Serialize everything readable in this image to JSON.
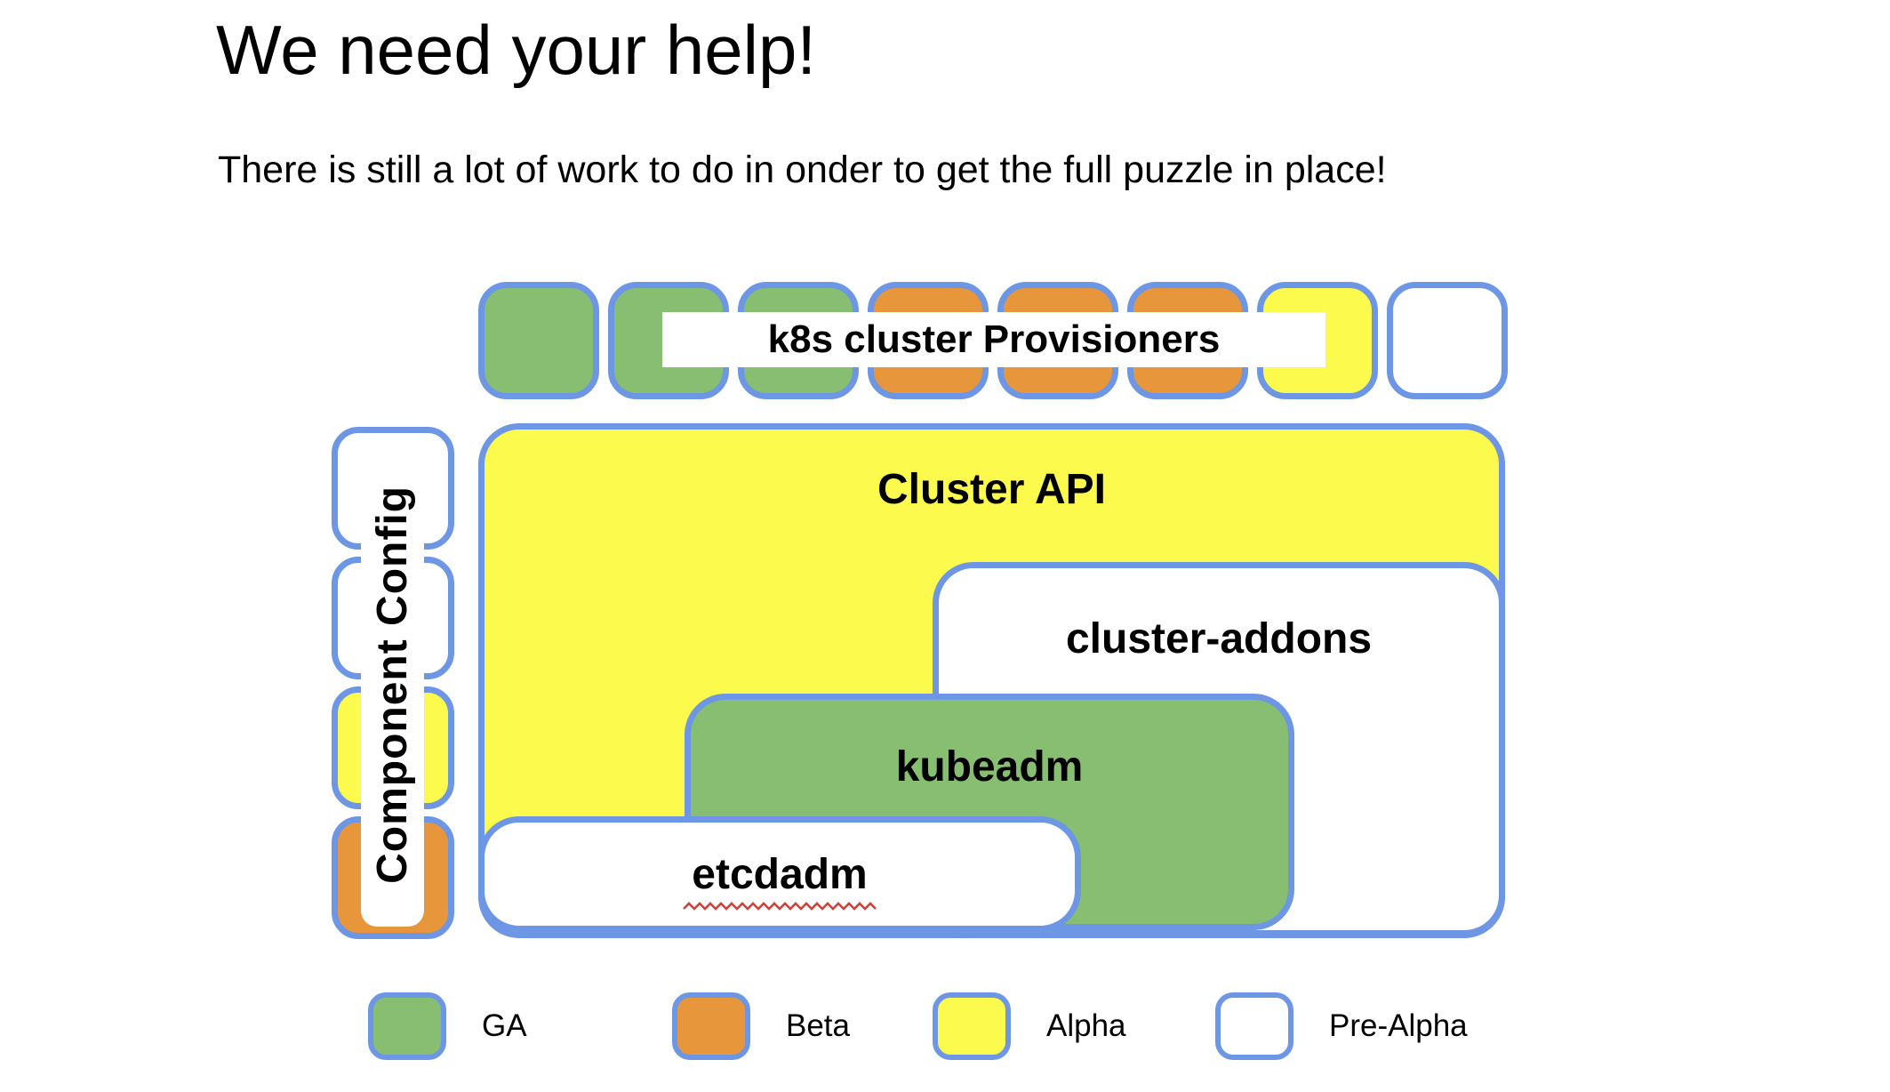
{
  "page": {
    "title": "We need your help!",
    "subtitle": "There is still a lot of work to do in onder to get the full puzzle in place!"
  },
  "colors": {
    "ga": "#87BE71",
    "beta": "#E8963B",
    "alpha": "#FDFA4E",
    "pre_alpha": "#FFFFFF",
    "border": "#6D96E4",
    "squiggle": "#C9453C"
  },
  "diagram": {
    "provisioners": {
      "label": "k8s cluster Provisioners",
      "pieces": [
        "ga",
        "ga",
        "ga",
        "beta",
        "beta",
        "beta",
        "alpha",
        "pre_alpha"
      ]
    },
    "component_config": {
      "label": "Component Config",
      "pieces": [
        "pre_alpha",
        "pre_alpha",
        "alpha",
        "beta"
      ]
    },
    "boxes": [
      {
        "id": "cluster-api",
        "label": "Cluster API",
        "status": "alpha"
      },
      {
        "id": "cluster-addons",
        "label": "cluster-addons",
        "status": "pre_alpha"
      },
      {
        "id": "kubeadm",
        "label": "kubeadm",
        "status": "ga"
      },
      {
        "id": "etcdadm",
        "label": "etcdadm",
        "status": "pre_alpha",
        "spellcheck_underline": true
      }
    ]
  },
  "legend": [
    {
      "label": "GA",
      "status": "ga"
    },
    {
      "label": "Beta",
      "status": "beta"
    },
    {
      "label": "Alpha",
      "status": "alpha"
    },
    {
      "label": "Pre-Alpha",
      "status": "pre_alpha"
    }
  ]
}
